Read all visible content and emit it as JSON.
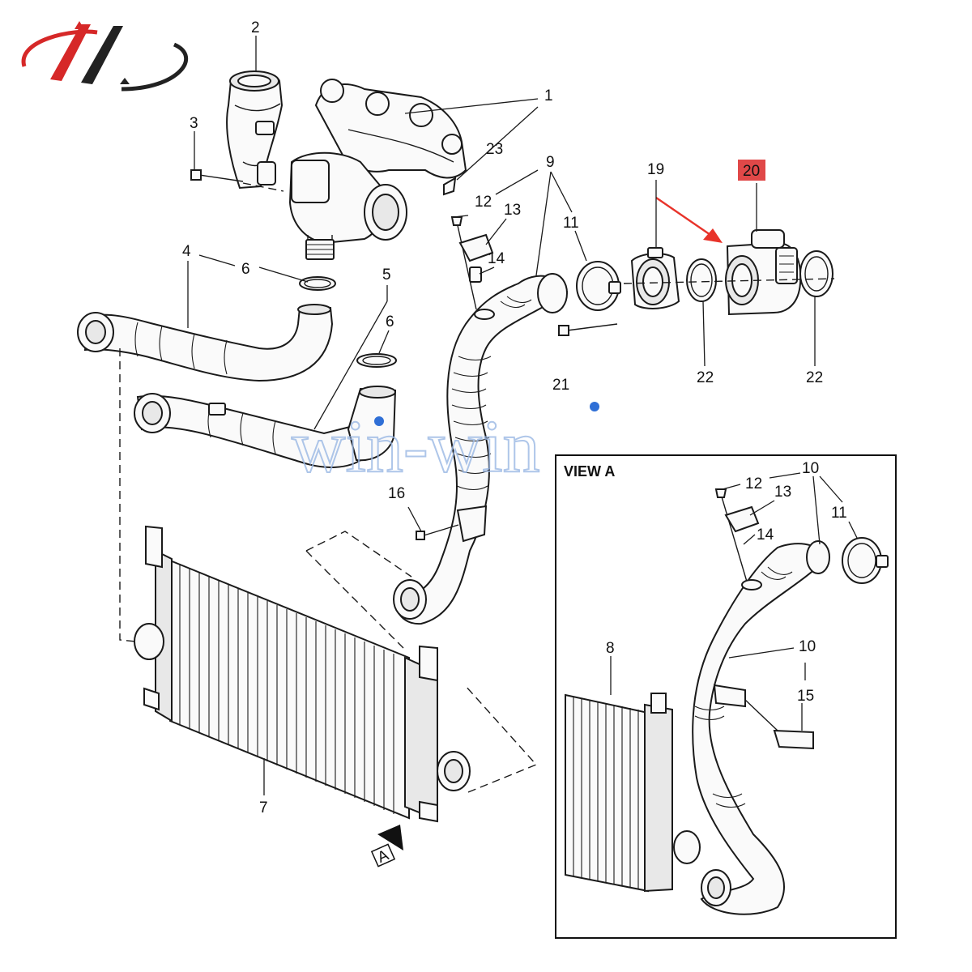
{
  "callouts": {
    "c1": "1",
    "c2": "2",
    "c3": "3",
    "c4": "4",
    "c5": "5",
    "c6a": "6",
    "c6b": "6",
    "c7": "7",
    "c9": "9",
    "c11": "11",
    "c12": "12",
    "c13": "13",
    "c14": "14",
    "c16": "16",
    "c19": "19",
    "c20": "20",
    "c21": "21",
    "c22a": "22",
    "c22b": "22",
    "c23": "23"
  },
  "view_a": {
    "title": "VIEW A",
    "c8": "8",
    "c10a": "10",
    "c10b": "10",
    "c11": "11",
    "c12": "12",
    "c13": "13",
    "c14": "14",
    "c15": "15"
  },
  "view_marker": "A",
  "highlight": {
    "color": "#e04848",
    "arrow_color": "#e8332a"
  },
  "watermark": {
    "text": "win-win",
    "color": "#9bb8e4"
  }
}
